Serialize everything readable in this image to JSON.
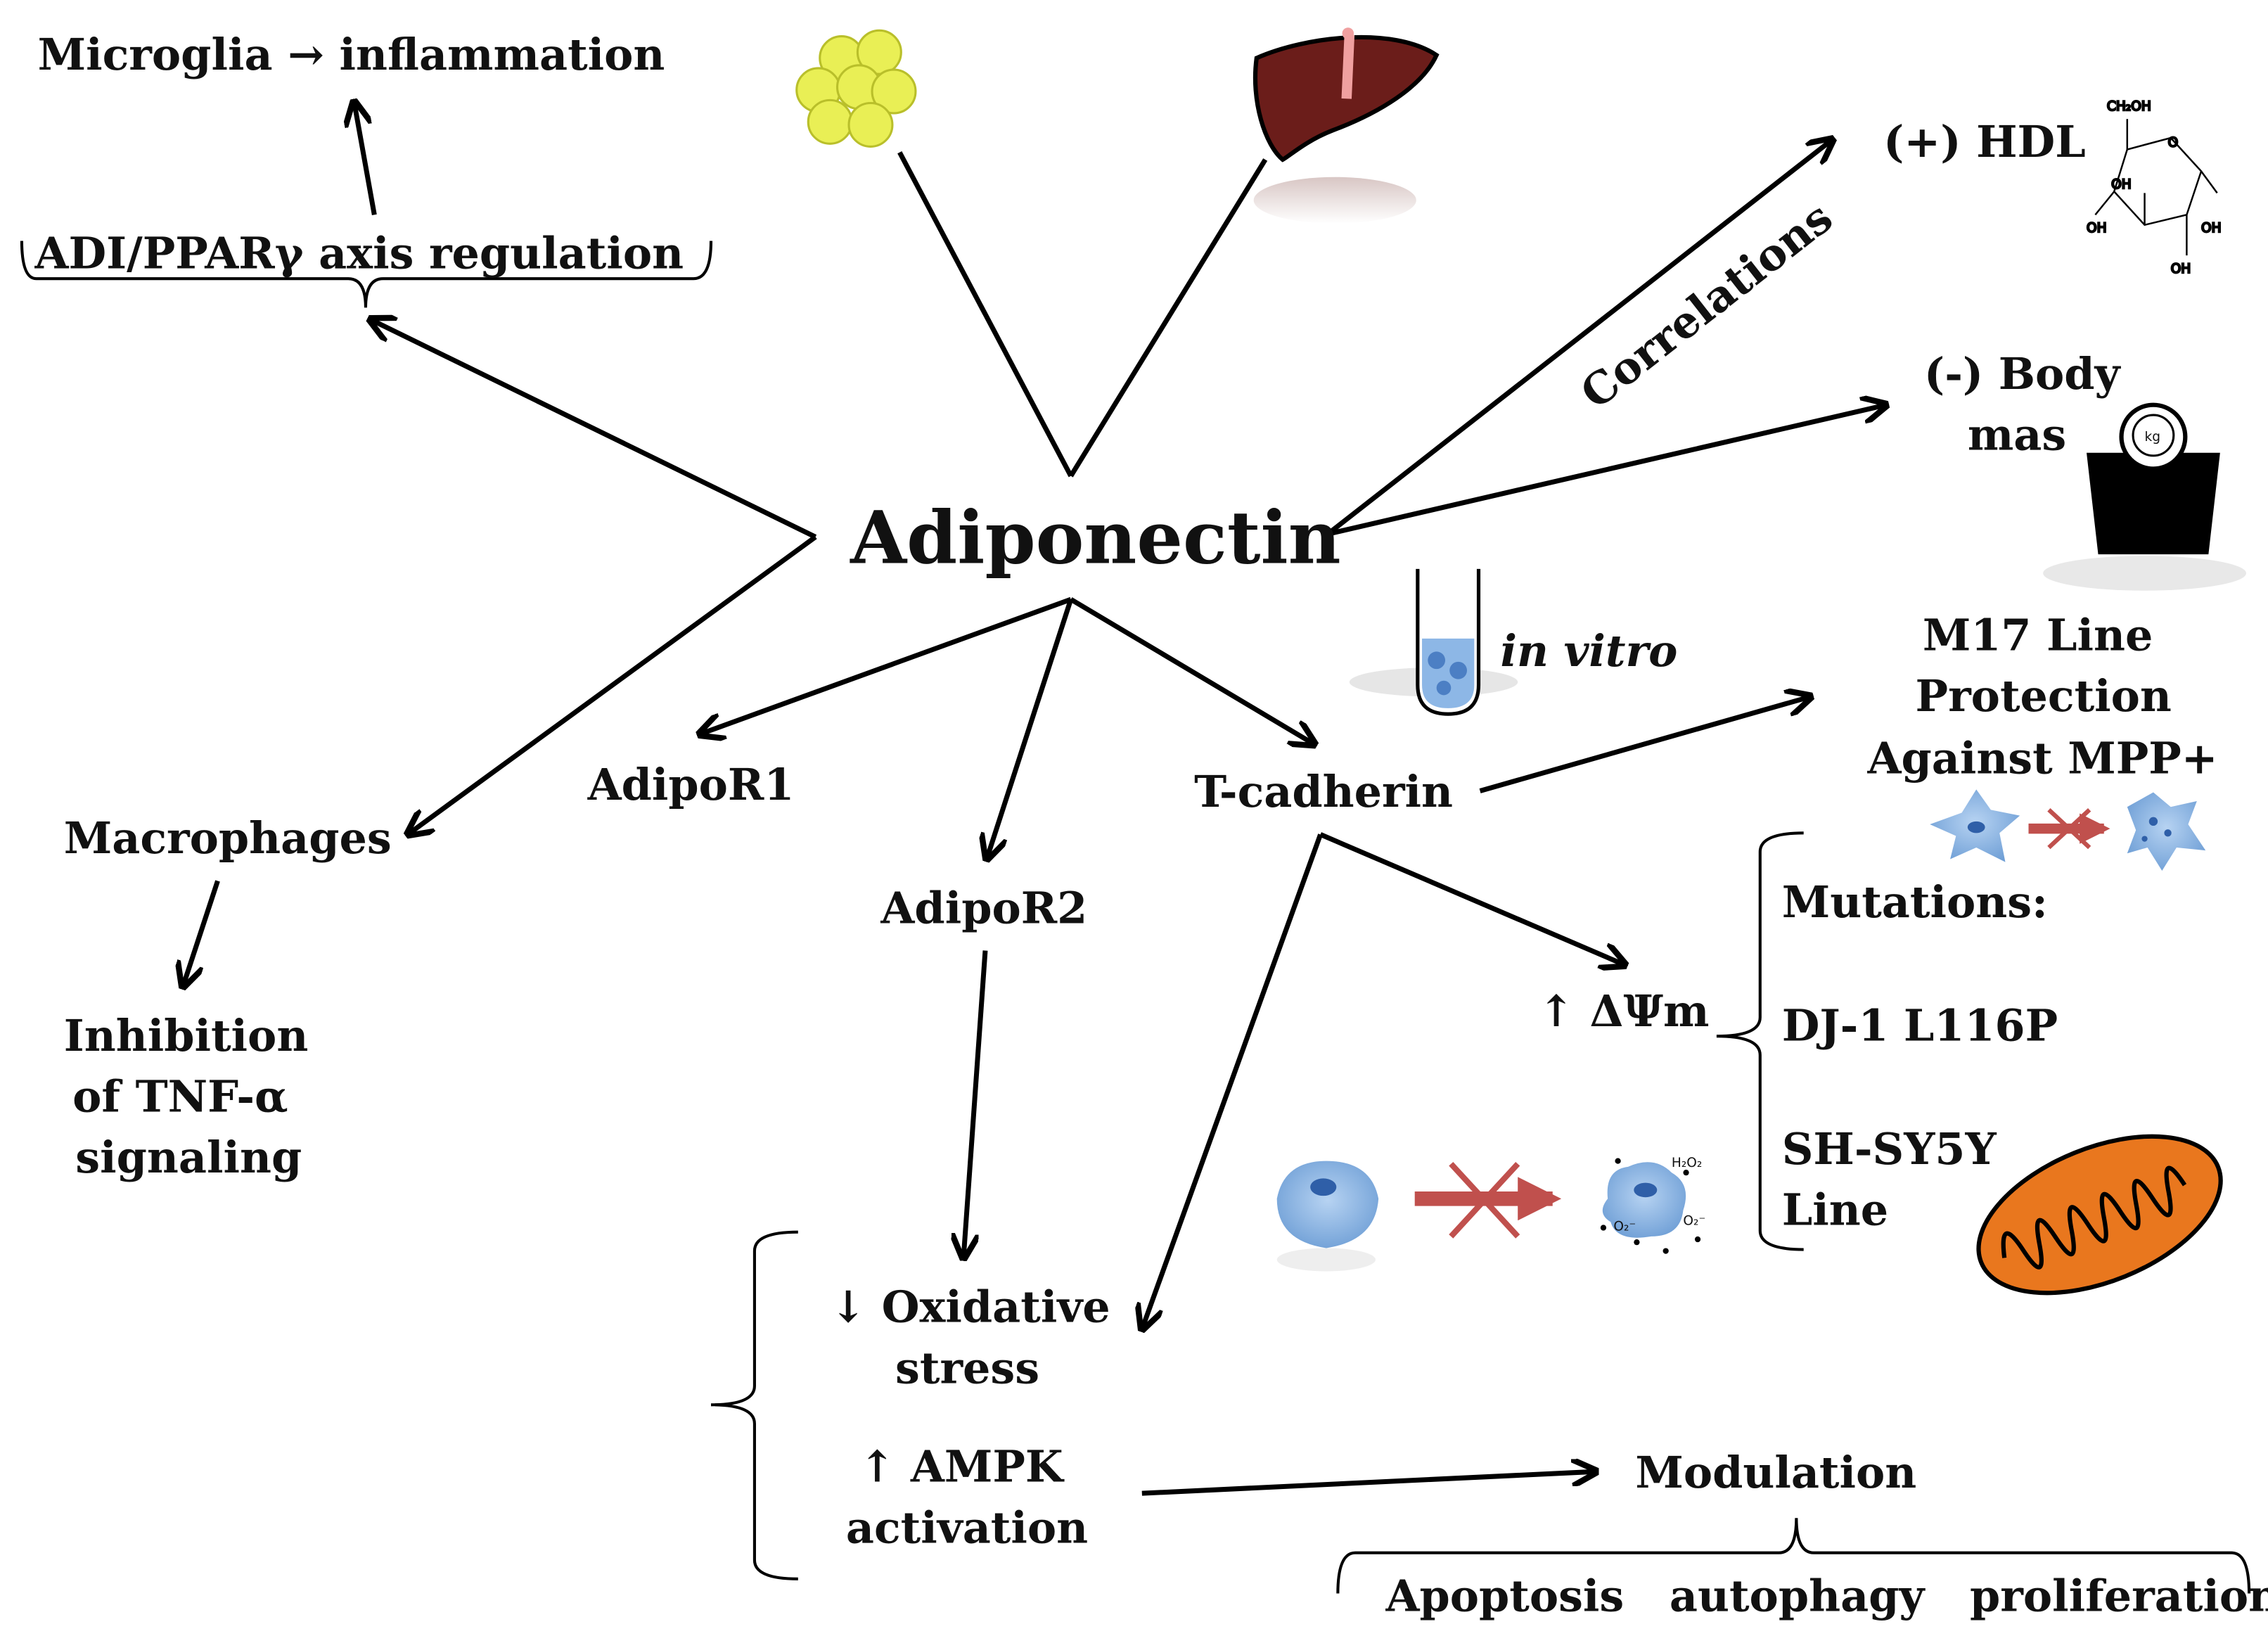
{
  "title": "Adiponectin",
  "labels": {
    "microglia": "Microglia → inflammation",
    "adi_axis": "ADI/PPARγ axis  regulation",
    "hdl": "(+) HDL",
    "correlations": "Correlations",
    "body_mass_line1": "(-) Body",
    "body_mass_line2": "mas",
    "in_vitro": "in vitro",
    "m17_line1": "M17 Line",
    "m17_line2": "Protection",
    "m17_line3": "Against MPP+",
    "adipor1": "AdipoR1",
    "adipor2": "AdipoR2",
    "tcadherin": "T-cadherin",
    "macrophages": "Macrophages",
    "inhibition_line1": "Inhibition",
    "inhibition_line2": "of TNF-α",
    "inhibition_line3": "signaling",
    "delta_psi": "↑ ΔΨm",
    "mutations": "Mutations:",
    "dj1": "DJ-1 L116P",
    "shsy5y_line1": "SH-SY5Y",
    "shsy5y_line2": "Line",
    "oxidative_line1": "↓ Oxidative",
    "oxidative_line2": "stress",
    "ampk_line1": "↑ AMPK",
    "ampk_line2": "activation",
    "modulation": "Modulation",
    "outcomes": "Apoptosis   autophagy   proliferation"
  },
  "glyphs": {
    "ch2oh": "CH₂OH",
    "oh": "OH",
    "ring_o": "O",
    "kg": "kg",
    "h2o2": "H₂O₂",
    "o2": "O₂⁻"
  },
  "icons": [
    "fat-cells-icon",
    "liver-icon",
    "glucose-molecule-icon",
    "scale-icon",
    "test-tube-icon",
    "neuron-cell-icon",
    "damaged-cell-icon",
    "inhibition-arrow-icon",
    "mitochondrion-icon"
  ],
  "colors": {
    "fat_cells": "#e9ef55",
    "liver": "#6b1d1a",
    "cell_blue": "#8db7e6",
    "nucleus": "#2f5fa8",
    "inhibit_arrow": "#c0504d",
    "mitochondrion": "#e9771e"
  }
}
